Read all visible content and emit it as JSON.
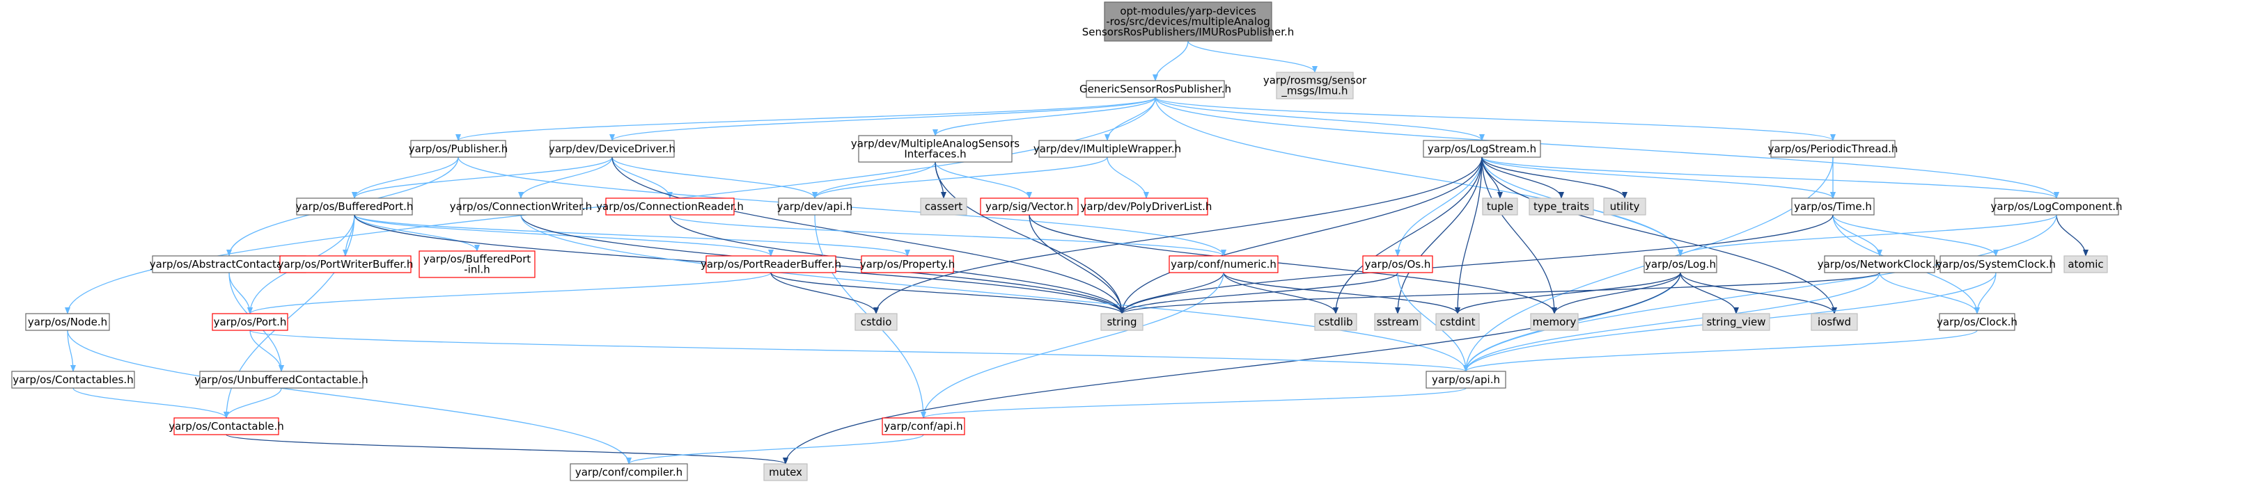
{
  "diagram": {
    "type": "include-dependency-graph",
    "colors": {
      "edge": "#63B8FF",
      "edge_to_leaf": "#1E4A8C",
      "node_border_default": "#666666",
      "node_border_incomplete": "#FF0000",
      "node_border_system": "#BFBFBF",
      "node_fill_default": "#FFFFFF",
      "node_fill_root": "#999999",
      "node_fill_system": "#E0E0E0"
    },
    "nodes": [
      {
        "id": "root",
        "kind": "root",
        "lines": [
          "opt-modules/yarp-devices",
          "-ros/src/devices/multipleAnalog",
          "SensorsRosPublishers/IMURosPublisher.h"
        ]
      },
      {
        "id": "rosmsg_imu",
        "kind": "system",
        "lines": [
          "yarp/rosmsg/sensor",
          "_msgs/Imu.h"
        ]
      },
      {
        "id": "generic",
        "kind": "default",
        "lines": [
          "GenericSensorRosPublisher.h"
        ]
      },
      {
        "id": "publisher",
        "kind": "default",
        "lines": [
          "yarp/os/Publisher.h"
        ]
      },
      {
        "id": "devicedriver",
        "kind": "default",
        "lines": [
          "yarp/dev/DeviceDriver.h"
        ]
      },
      {
        "id": "masi",
        "kind": "default",
        "lines": [
          "yarp/dev/MultipleAnalogSensors",
          "Interfaces.h"
        ]
      },
      {
        "id": "imw",
        "kind": "default",
        "lines": [
          "yarp/dev/IMultipleWrapper.h"
        ]
      },
      {
        "id": "logstream",
        "kind": "default",
        "lines": [
          "yarp/os/LogStream.h"
        ]
      },
      {
        "id": "periodic",
        "kind": "default",
        "lines": [
          "yarp/os/PeriodicThread.h"
        ]
      },
      {
        "id": "bufferedport",
        "kind": "default",
        "lines": [
          "yarp/os/BufferedPort.h"
        ]
      },
      {
        "id": "connwriter",
        "kind": "default",
        "lines": [
          "yarp/os/ConnectionWriter.h"
        ]
      },
      {
        "id": "connreader",
        "kind": "incomplete",
        "lines": [
          "yarp/os/ConnectionReader.h"
        ]
      },
      {
        "id": "devapi",
        "kind": "default",
        "lines": [
          "yarp/dev/api.h"
        ]
      },
      {
        "id": "cassert",
        "kind": "system",
        "lines": [
          "cassert"
        ]
      },
      {
        "id": "vector",
        "kind": "incomplete",
        "lines": [
          "yarp/sig/Vector.h"
        ]
      },
      {
        "id": "polydriverlist",
        "kind": "incomplete",
        "lines": [
          "yarp/dev/PolyDriverList.h"
        ]
      },
      {
        "id": "tuple",
        "kind": "system",
        "lines": [
          "tuple"
        ]
      },
      {
        "id": "typetraits",
        "kind": "system",
        "lines": [
          "type_traits"
        ]
      },
      {
        "id": "utility",
        "kind": "system",
        "lines": [
          "utility"
        ]
      },
      {
        "id": "time",
        "kind": "default",
        "lines": [
          "yarp/os/Time.h"
        ]
      },
      {
        "id": "logcomponent",
        "kind": "default",
        "lines": [
          "yarp/os/LogComponent.h"
        ]
      },
      {
        "id": "atomic",
        "kind": "system",
        "lines": [
          "atomic"
        ]
      },
      {
        "id": "abstractcontactable",
        "kind": "default",
        "lines": [
          "yarp/os/AbstractContactable.h"
        ]
      },
      {
        "id": "portwriterbuffer",
        "kind": "incomplete",
        "lines": [
          "yarp/os/PortWriterBuffer.h"
        ]
      },
      {
        "id": "bufferedportinl",
        "kind": "incomplete",
        "lines": [
          "yarp/os/BufferedPort",
          "-inl.h"
        ]
      },
      {
        "id": "portreaderbuffer",
        "kind": "incomplete",
        "lines": [
          "yarp/os/PortReaderBuffer.h"
        ]
      },
      {
        "id": "property",
        "kind": "incomplete",
        "lines": [
          "yarp/os/Property.h"
        ]
      },
      {
        "id": "numeric",
        "kind": "incomplete",
        "lines": [
          "yarp/conf/numeric.h"
        ]
      },
      {
        "id": "osos",
        "kind": "incomplete",
        "lines": [
          "yarp/os/Os.h"
        ]
      },
      {
        "id": "log",
        "kind": "default",
        "lines": [
          "yarp/os/Log.h"
        ]
      },
      {
        "id": "networkclock",
        "kind": "default",
        "lines": [
          "yarp/os/NetworkClock.h"
        ]
      },
      {
        "id": "systemclock",
        "kind": "default",
        "lines": [
          "yarp/os/SystemClock.h"
        ]
      },
      {
        "id": "node",
        "kind": "default",
        "lines": [
          "yarp/os/Node.h"
        ]
      },
      {
        "id": "port",
        "kind": "incomplete",
        "lines": [
          "yarp/os/Port.h"
        ]
      },
      {
        "id": "cstdio",
        "kind": "system",
        "lines": [
          "cstdio"
        ]
      },
      {
        "id": "string",
        "kind": "system",
        "lines": [
          "string"
        ]
      },
      {
        "id": "cstdlib",
        "kind": "system",
        "lines": [
          "cstdlib"
        ]
      },
      {
        "id": "sstream",
        "kind": "system",
        "lines": [
          "sstream"
        ]
      },
      {
        "id": "cstdint",
        "kind": "system",
        "lines": [
          "cstdint"
        ]
      },
      {
        "id": "memory",
        "kind": "system",
        "lines": [
          "memory"
        ]
      },
      {
        "id": "string_view",
        "kind": "system",
        "lines": [
          "string_view"
        ]
      },
      {
        "id": "iosfwd",
        "kind": "system",
        "lines": [
          "iosfwd"
        ]
      },
      {
        "id": "clock",
        "kind": "default",
        "lines": [
          "yarp/os/Clock.h"
        ]
      },
      {
        "id": "contactables",
        "kind": "default",
        "lines": [
          "yarp/os/Contactables.h"
        ]
      },
      {
        "id": "unbuffered",
        "kind": "default",
        "lines": [
          "yarp/os/UnbufferedContactable.h"
        ]
      },
      {
        "id": "osapi",
        "kind": "default",
        "lines": [
          "yarp/os/api.h"
        ]
      },
      {
        "id": "contactable",
        "kind": "incomplete",
        "lines": [
          "yarp/os/Contactable.h"
        ]
      },
      {
        "id": "confapi",
        "kind": "incomplete",
        "lines": [
          "yarp/conf/api.h"
        ]
      },
      {
        "id": "compiler",
        "kind": "default",
        "lines": [
          "yarp/conf/compiler.h"
        ]
      },
      {
        "id": "mutex",
        "kind": "system",
        "lines": [
          "mutex"
        ]
      }
    ],
    "edges": [
      [
        "root",
        "generic"
      ],
      [
        "root",
        "rosmsg_imu"
      ],
      [
        "generic",
        "publisher"
      ],
      [
        "generic",
        "devicedriver"
      ],
      [
        "generic",
        "masi"
      ],
      [
        "generic",
        "imw"
      ],
      [
        "generic",
        "logstream"
      ],
      [
        "generic",
        "periodic"
      ],
      [
        "generic",
        "logcomponent"
      ],
      [
        "generic",
        "log"
      ],
      [
        "generic",
        "node"
      ],
      [
        "publisher",
        "bufferedport"
      ],
      [
        "publisher",
        "abstractcontactable"
      ],
      [
        "publisher",
        "numeric"
      ],
      [
        "devicedriver",
        "bufferedport"
      ],
      [
        "devicedriver",
        "connwriter"
      ],
      [
        "devicedriver",
        "connreader"
      ],
      [
        "devicedriver",
        "devapi"
      ],
      [
        "devicedriver",
        "string"
      ],
      [
        "masi",
        "devapi"
      ],
      [
        "masi",
        "cassert"
      ],
      [
        "masi",
        "vector"
      ],
      [
        "masi",
        "string"
      ],
      [
        "imw",
        "devapi"
      ],
      [
        "imw",
        "polydriverlist"
      ],
      [
        "logstream",
        "tuple"
      ],
      [
        "logstream",
        "typetraits"
      ],
      [
        "logstream",
        "utility"
      ],
      [
        "logstream",
        "time"
      ],
      [
        "logstream",
        "logcomponent"
      ],
      [
        "logstream",
        "log"
      ],
      [
        "logstream",
        "osos"
      ],
      [
        "logstream",
        "string"
      ],
      [
        "logstream",
        "cstdio"
      ],
      [
        "logstream",
        "cstdlib"
      ],
      [
        "logstream",
        "sstream"
      ],
      [
        "logstream",
        "cstdint"
      ],
      [
        "logstream",
        "iosfwd"
      ],
      [
        "logstream",
        "memory"
      ],
      [
        "periodic",
        "time"
      ],
      [
        "periodic",
        "osapi"
      ],
      [
        "bufferedport",
        "portwriterbuffer"
      ],
      [
        "bufferedport",
        "bufferedportinl"
      ],
      [
        "bufferedport",
        "portreaderbuffer"
      ],
      [
        "bufferedport",
        "property"
      ],
      [
        "bufferedport",
        "port"
      ],
      [
        "bufferedport",
        "contactable"
      ],
      [
        "bufferedport",
        "string"
      ],
      [
        "connwriter",
        "string"
      ],
      [
        "connwriter",
        "osapi"
      ],
      [
        "connreader",
        "numeric"
      ],
      [
        "connreader",
        "string"
      ],
      [
        "devapi",
        "confapi"
      ],
      [
        "vector",
        "string"
      ],
      [
        "vector",
        "memory"
      ],
      [
        "time",
        "networkclock"
      ],
      [
        "time",
        "systemclock"
      ],
      [
        "time",
        "clock"
      ],
      [
        "time",
        "string"
      ],
      [
        "logcomponent",
        "atomic"
      ],
      [
        "logcomponent",
        "log"
      ],
      [
        "logcomponent",
        "osapi"
      ],
      [
        "abstractcontactable",
        "port"
      ],
      [
        "abstractcontactable",
        "unbuffered"
      ],
      [
        "portreaderbuffer",
        "port"
      ],
      [
        "portreaderbuffer",
        "cstdio"
      ],
      [
        "portreaderbuffer",
        "string"
      ],
      [
        "numeric",
        "string"
      ],
      [
        "numeric",
        "cstdlib"
      ],
      [
        "numeric",
        "cstdint"
      ],
      [
        "numeric",
        "confapi"
      ],
      [
        "osos",
        "string"
      ],
      [
        "osos",
        "osapi"
      ],
      [
        "log",
        "string_view"
      ],
      [
        "log",
        "iosfwd"
      ],
      [
        "log",
        "memory"
      ],
      [
        "log",
        "osapi"
      ],
      [
        "log",
        "mutex"
      ],
      [
        "log",
        "cstdint"
      ],
      [
        "networkclock",
        "clock"
      ],
      [
        "networkclock",
        "osapi"
      ],
      [
        "networkclock",
        "string"
      ],
      [
        "systemclock",
        "clock"
      ],
      [
        "systemclock",
        "osapi"
      ],
      [
        "node",
        "contactables"
      ],
      [
        "node",
        "compiler"
      ],
      [
        "port",
        "unbuffered"
      ],
      [
        "port",
        "osapi"
      ],
      [
        "clock",
        "osapi"
      ],
      [
        "contactables",
        "contactable"
      ],
      [
        "unbuffered",
        "contactable"
      ],
      [
        "osapi",
        "confapi"
      ],
      [
        "contactable",
        "mutex"
      ],
      [
        "confapi",
        "compiler"
      ]
    ]
  }
}
